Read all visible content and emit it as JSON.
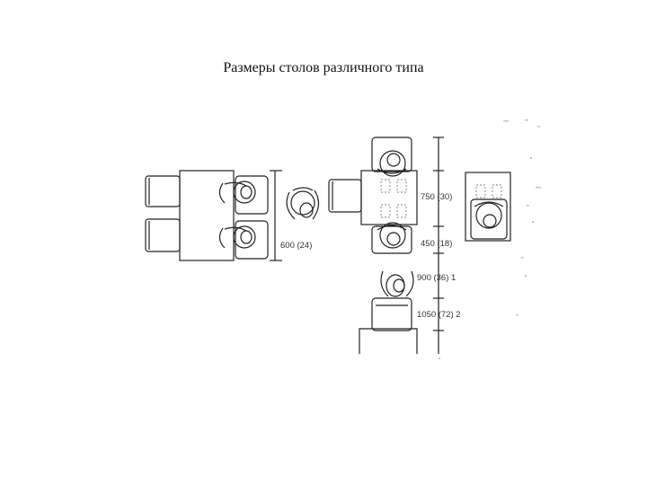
{
  "slide": {
    "title": "Размеры столов различного типа"
  },
  "diagram": {
    "dimensions": [
      {
        "key": "left_table_depth",
        "label": "600 (24)"
      },
      {
        "key": "upper_table_depth",
        "label": "750 (30)"
      },
      {
        "key": "knee_space",
        "label": "450 (18)"
      },
      {
        "key": "clearance_1",
        "label": "900 (36) 1"
      },
      {
        "key": "clearance_2",
        "label": "1050 (72) 2"
      }
    ],
    "colors": {
      "line": "#222222",
      "faint": "#9a9a9a",
      "background": "#ffffff"
    }
  }
}
